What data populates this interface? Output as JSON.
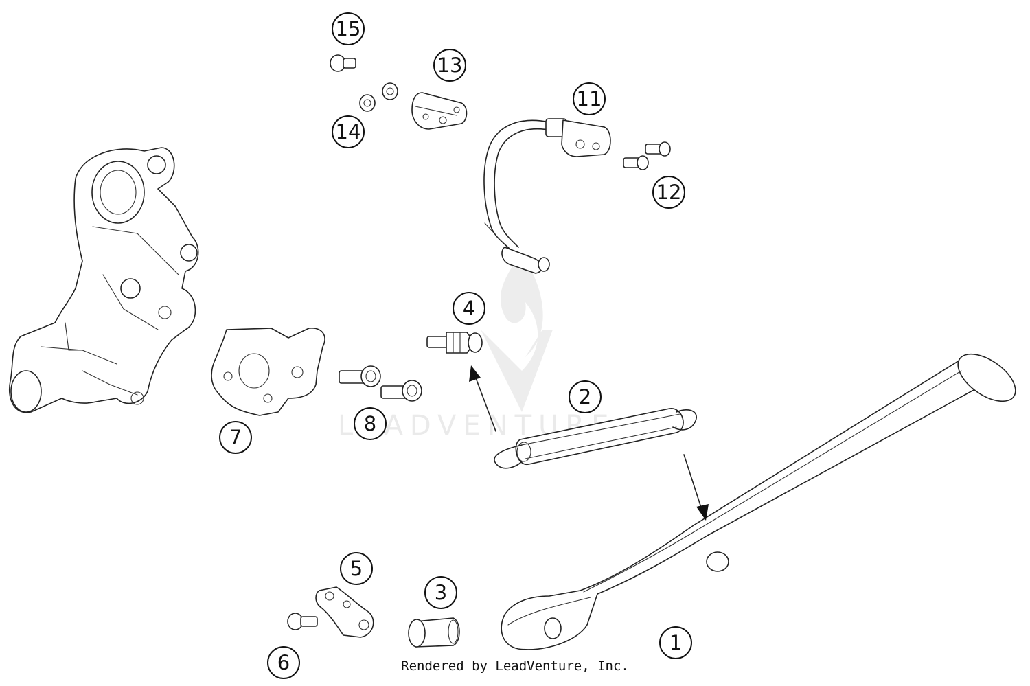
{
  "watermark": {
    "text": "LEADVENTURE"
  },
  "credit": {
    "text": "Rendered by LeadVenture, Inc."
  },
  "callouts": [
    {
      "id": "1",
      "label": "1"
    },
    {
      "id": "2",
      "label": "2"
    },
    {
      "id": "3",
      "label": "3"
    },
    {
      "id": "4",
      "label": "4"
    },
    {
      "id": "5",
      "label": "5"
    },
    {
      "id": "6",
      "label": "6"
    },
    {
      "id": "7",
      "label": "7"
    },
    {
      "id": "8",
      "label": "8"
    },
    {
      "id": "11",
      "label": "11"
    },
    {
      "id": "12",
      "label": "12"
    },
    {
      "id": "13",
      "label": "13"
    },
    {
      "id": "14",
      "label": "14"
    },
    {
      "id": "15",
      "label": "15"
    }
  ]
}
